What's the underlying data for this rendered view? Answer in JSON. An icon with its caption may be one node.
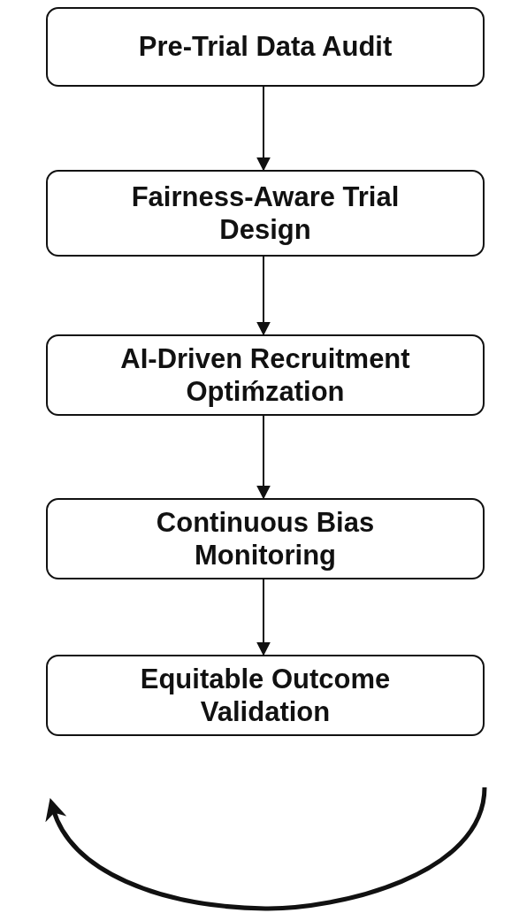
{
  "diagram": {
    "nodes": [
      {
        "text": [
          "Pre-Trial Data Audit"
        ]
      },
      {
        "text": [
          "Fairness-Aware Trial Design"
        ]
      },
      {
        "text": [
          "AI-Driven Recruitment Optiḿzation"
        ]
      },
      {
        "text": [
          "Continuous Bias Monitoring"
        ]
      },
      {
        "text": [
          "Equitable Outcome Validation"
        ]
      }
    ],
    "edges": [
      {
        "from": 0,
        "to": 1,
        "arrow": "to"
      },
      {
        "from": 1,
        "to": 2,
        "arrow": "to"
      },
      {
        "from": 2,
        "to": 3,
        "arrow": "to"
      },
      {
        "from": 3,
        "to": 4,
        "arrow": "to"
      }
    ]
  }
}
